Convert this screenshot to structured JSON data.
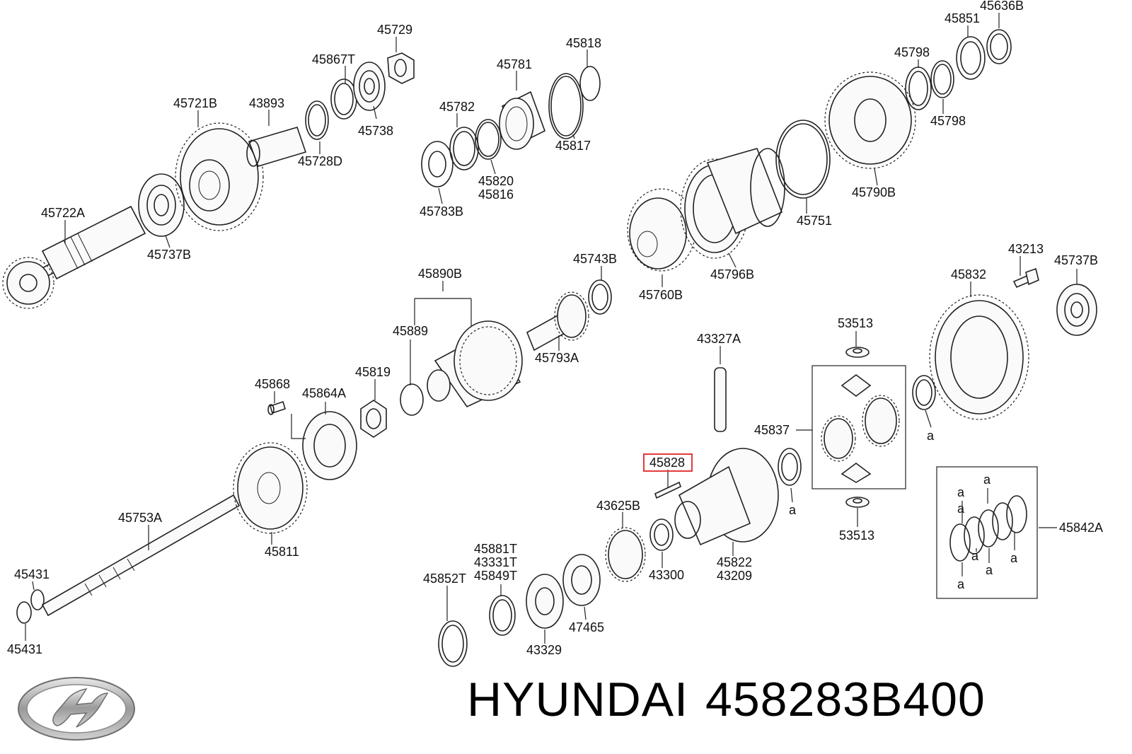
{
  "caption": {
    "brand": "HYUNDAI",
    "part_number": "458283B400"
  },
  "logo": {
    "name": "hyundai-logo"
  },
  "highlight_color": "#e23b3b",
  "callouts": {
    "c45729": "45729",
    "c45867t": "45867T",
    "c45721b": "45721B",
    "c43893": "43893",
    "c45738": "45738",
    "c45728d": "45728D",
    "c45722a": "45722A",
    "c45737b_left": "45737B",
    "c45781": "45781",
    "c45818": "45818",
    "c45782": "45782",
    "c45817": "45817",
    "c45820": "45820",
    "c45816": "45816",
    "c45783b": "45783B",
    "c45636b": "45636B",
    "c45851": "45851",
    "c45798_top": "45798",
    "c45798_bottom": "45798",
    "c45790b": "45790B",
    "c45751": "45751",
    "c45796b": "45796B",
    "c45760b": "45760B",
    "c45743b": "45743B",
    "c45890b": "45890B",
    "c45889": "45889",
    "c45793a": "45793A",
    "c43213": "43213",
    "c45737b_right": "45737B",
    "c45832": "45832",
    "c53513_top": "53513",
    "c53513_bottom": "53513",
    "c43327a": "43327A",
    "c45868": "45868",
    "c45864a": "45864A",
    "c45819": "45819",
    "c45837": "45837",
    "c45828": "45828",
    "c45842a": "45842A",
    "c43625b": "43625B",
    "c45753a": "45753A",
    "c45811": "45811",
    "c45881t": "45881T",
    "c43331t": "43331T",
    "c45849t": "45849T",
    "c45852t": "45852T",
    "c43300": "43300",
    "c45822": "45822",
    "c43209": "43209",
    "c47465": "47465",
    "c43329": "43329",
    "c45431_top": "45431",
    "c45431_bottom": "45431",
    "a_marks": [
      "a",
      "a",
      "a",
      "a",
      "a",
      "a",
      "a",
      "a",
      "a"
    ]
  }
}
